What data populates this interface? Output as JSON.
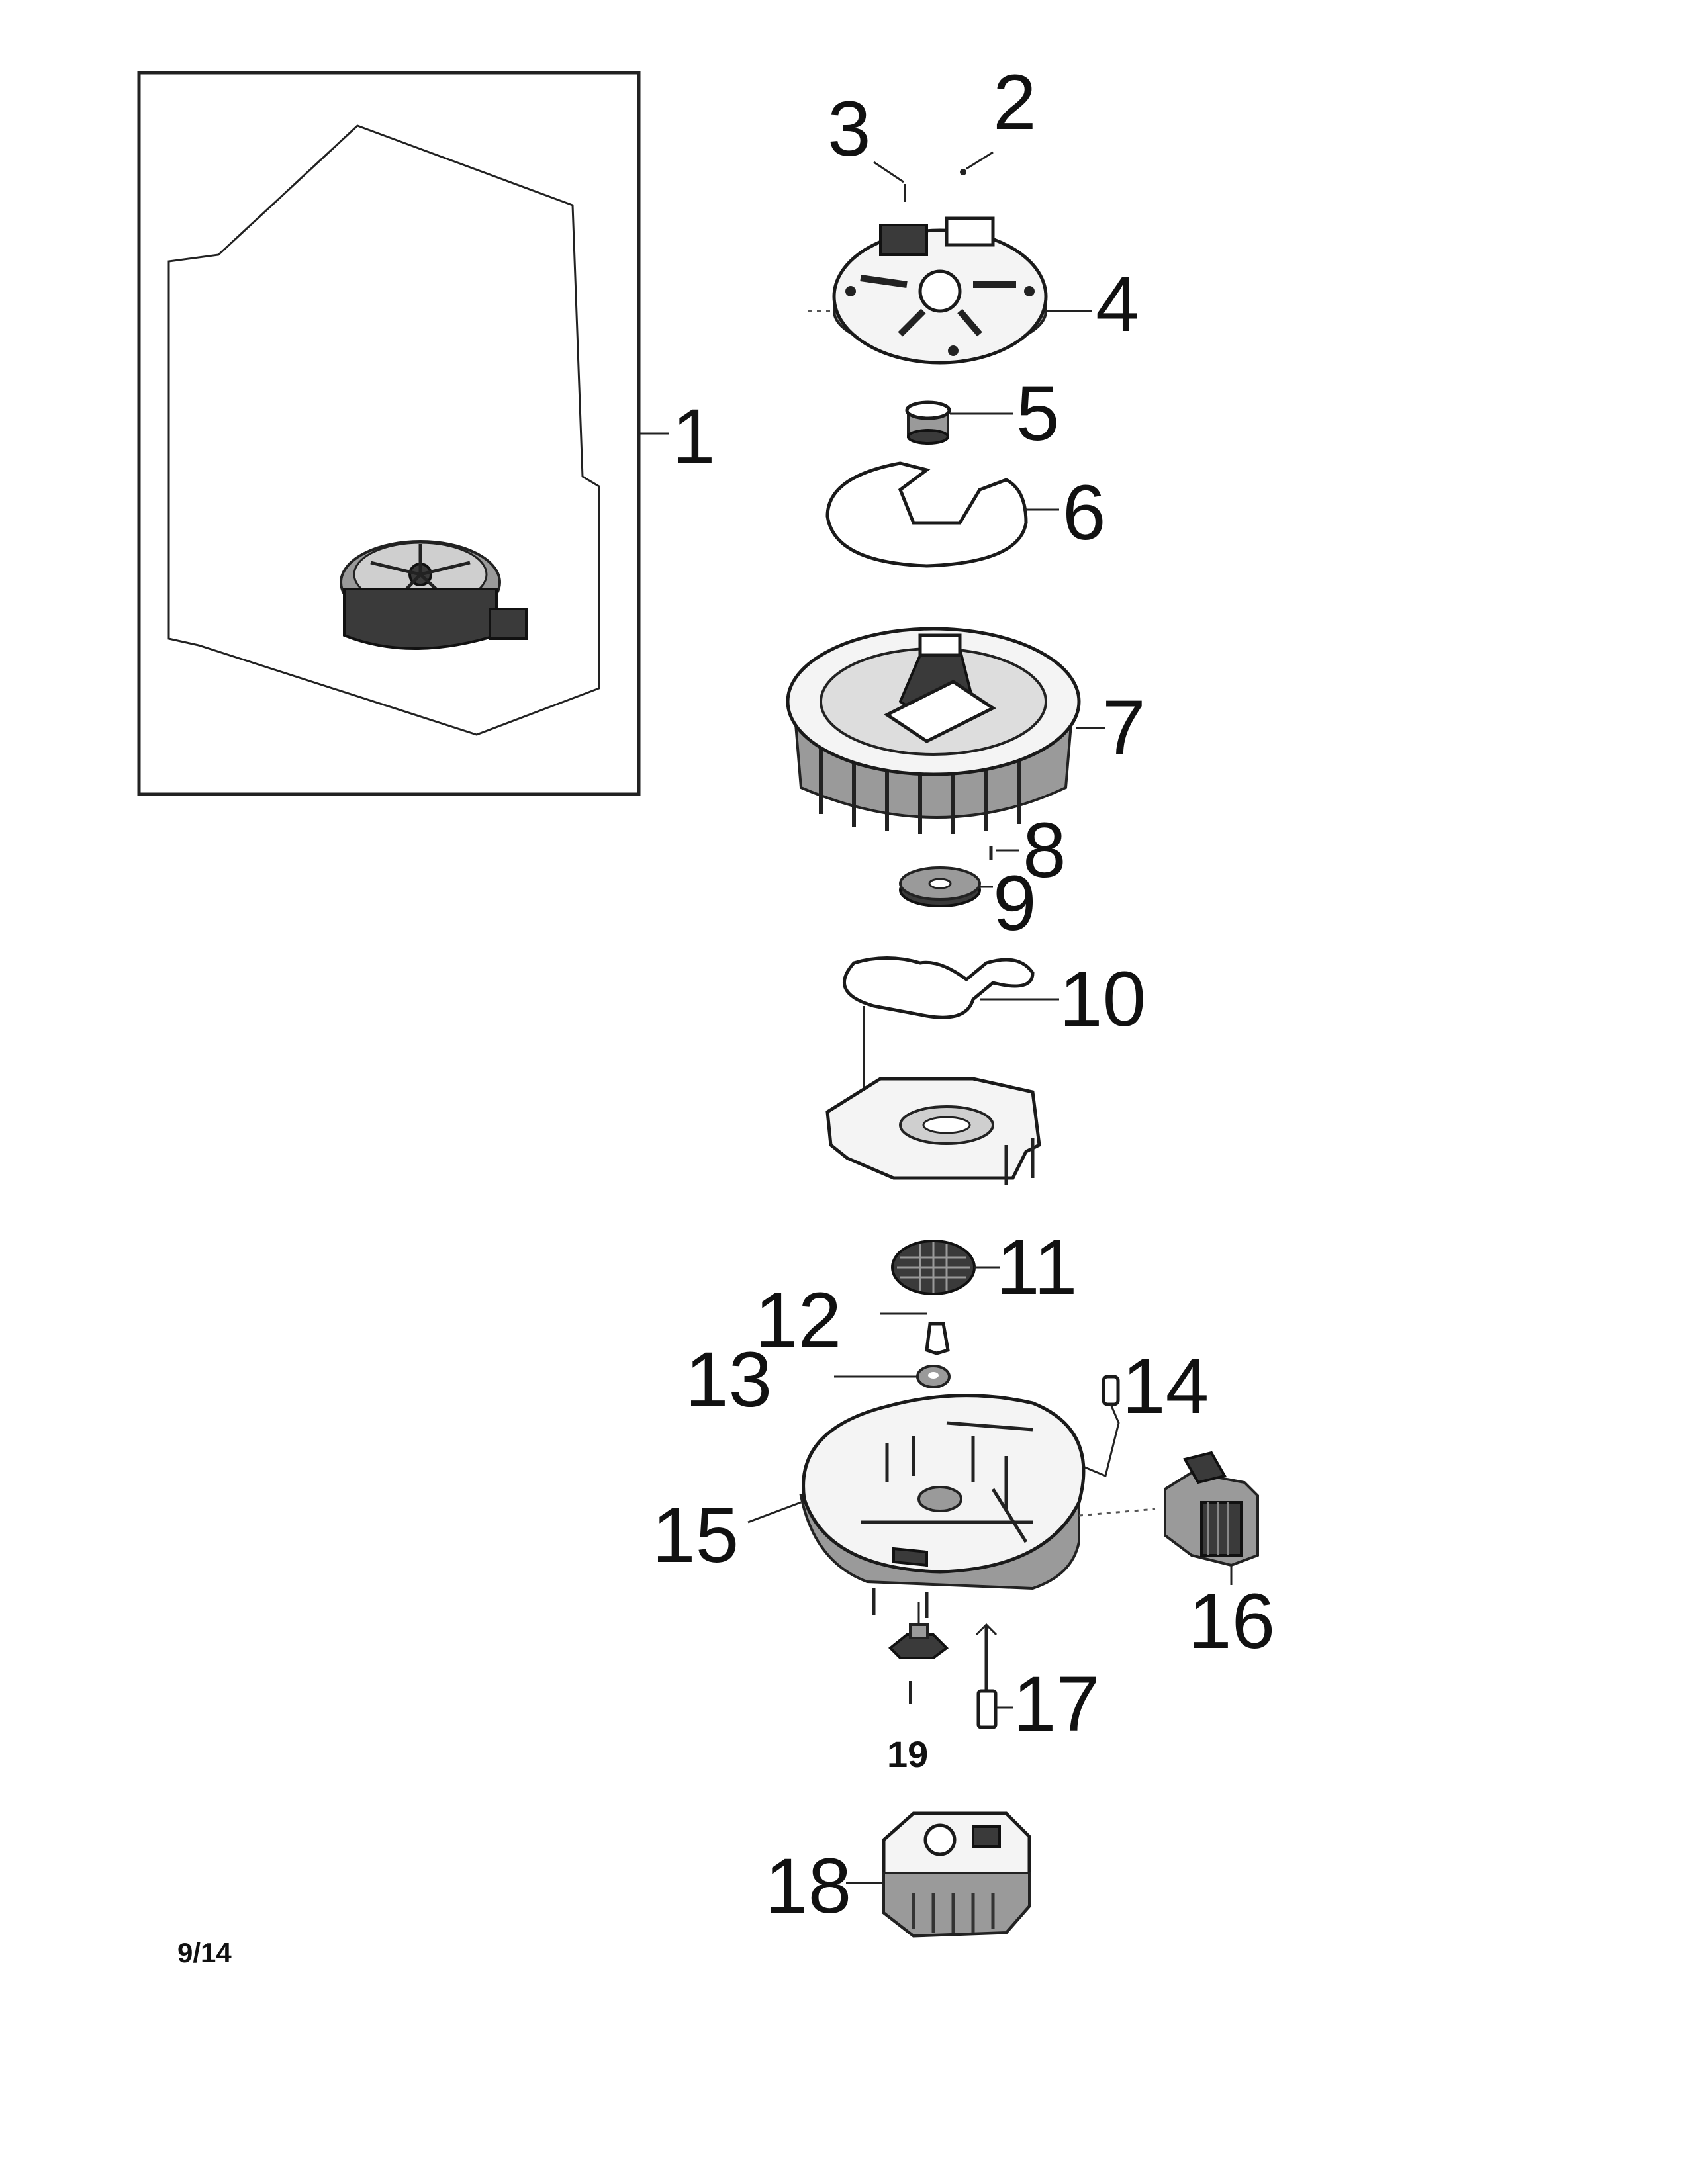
{
  "callouts": {
    "c1": "1",
    "c2": "2",
    "c3": "3",
    "c4": "4",
    "c5": "5",
    "c6": "6",
    "c7": "7",
    "c8": "8",
    "c9": "9",
    "c10": "10",
    "c11": "11",
    "c12": "12",
    "c13": "13",
    "c14": "14",
    "c15": "15",
    "c16": "16",
    "c17": "17",
    "c18": "18",
    "c19": "19"
  },
  "page_number": "9/14"
}
